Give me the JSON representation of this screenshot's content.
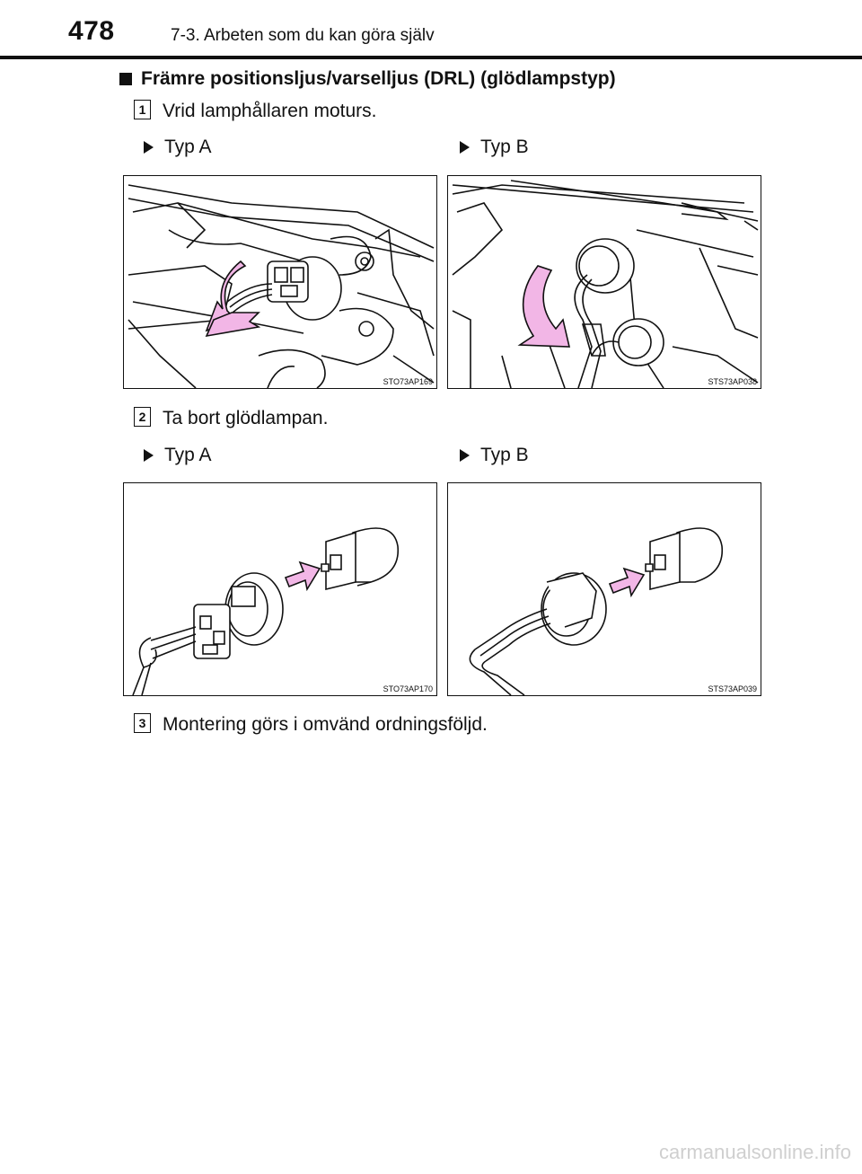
{
  "header": {
    "page_number": "478",
    "chapter": "7-3. Arbeten som du kan göra själv"
  },
  "section": {
    "title": "Främre positionsljus/varselljus (DRL) (glödlampstyp)"
  },
  "steps": [
    {
      "number": "1",
      "text": "Vrid lamphållaren moturs.",
      "type_a_label": "Typ A",
      "type_b_label": "Typ B",
      "figure_a_code": "STO73AP169",
      "figure_b_code": "STS73AP038"
    },
    {
      "number": "2",
      "text": "Ta bort glödlampan.",
      "type_a_label": "Typ A",
      "type_b_label": "Typ B",
      "figure_a_code": "STO73AP170",
      "figure_b_code": "STS73AP039"
    },
    {
      "number": "3",
      "text": "Montering görs i omvänd ordningsföljd."
    }
  ],
  "watermark": "carmanualsonline.info",
  "colors": {
    "arrow_fill": "#f2b6e6",
    "line": "#111111"
  }
}
